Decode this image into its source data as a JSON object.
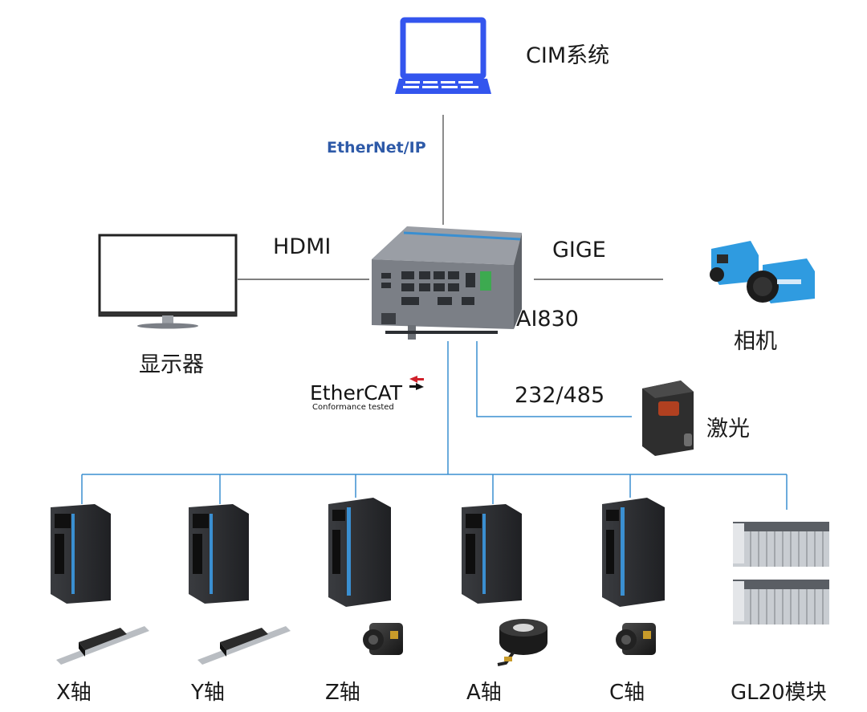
{
  "nodes": {
    "cim": "CIM系统",
    "display": "显示器",
    "controller": "AI830",
    "camera": "相机",
    "laser": "激光"
  },
  "links": {
    "hdmi": "HDMI",
    "gige": "GIGE",
    "serial": "232/485"
  },
  "protocols": {
    "ethernetip": "EtherNet/IP",
    "ethercat_main": "EtherCAT",
    "ethercat_sub": "Conformance tested"
  },
  "axes": [
    "X轴",
    "Y轴",
    "Z轴",
    "A轴",
    "C轴",
    "GL20模块"
  ],
  "colors": {
    "line_gray": "#555555",
    "line_blue": "#3a8fd1",
    "monitor_blue": "#3355ee",
    "ethernetip_blue": "#2e5aa8",
    "ethercat_red": "#d0202a",
    "device_gray": "#7b7f86",
    "camera_blue": "#2f9be0",
    "drive_dark": "#2a2b2e"
  }
}
